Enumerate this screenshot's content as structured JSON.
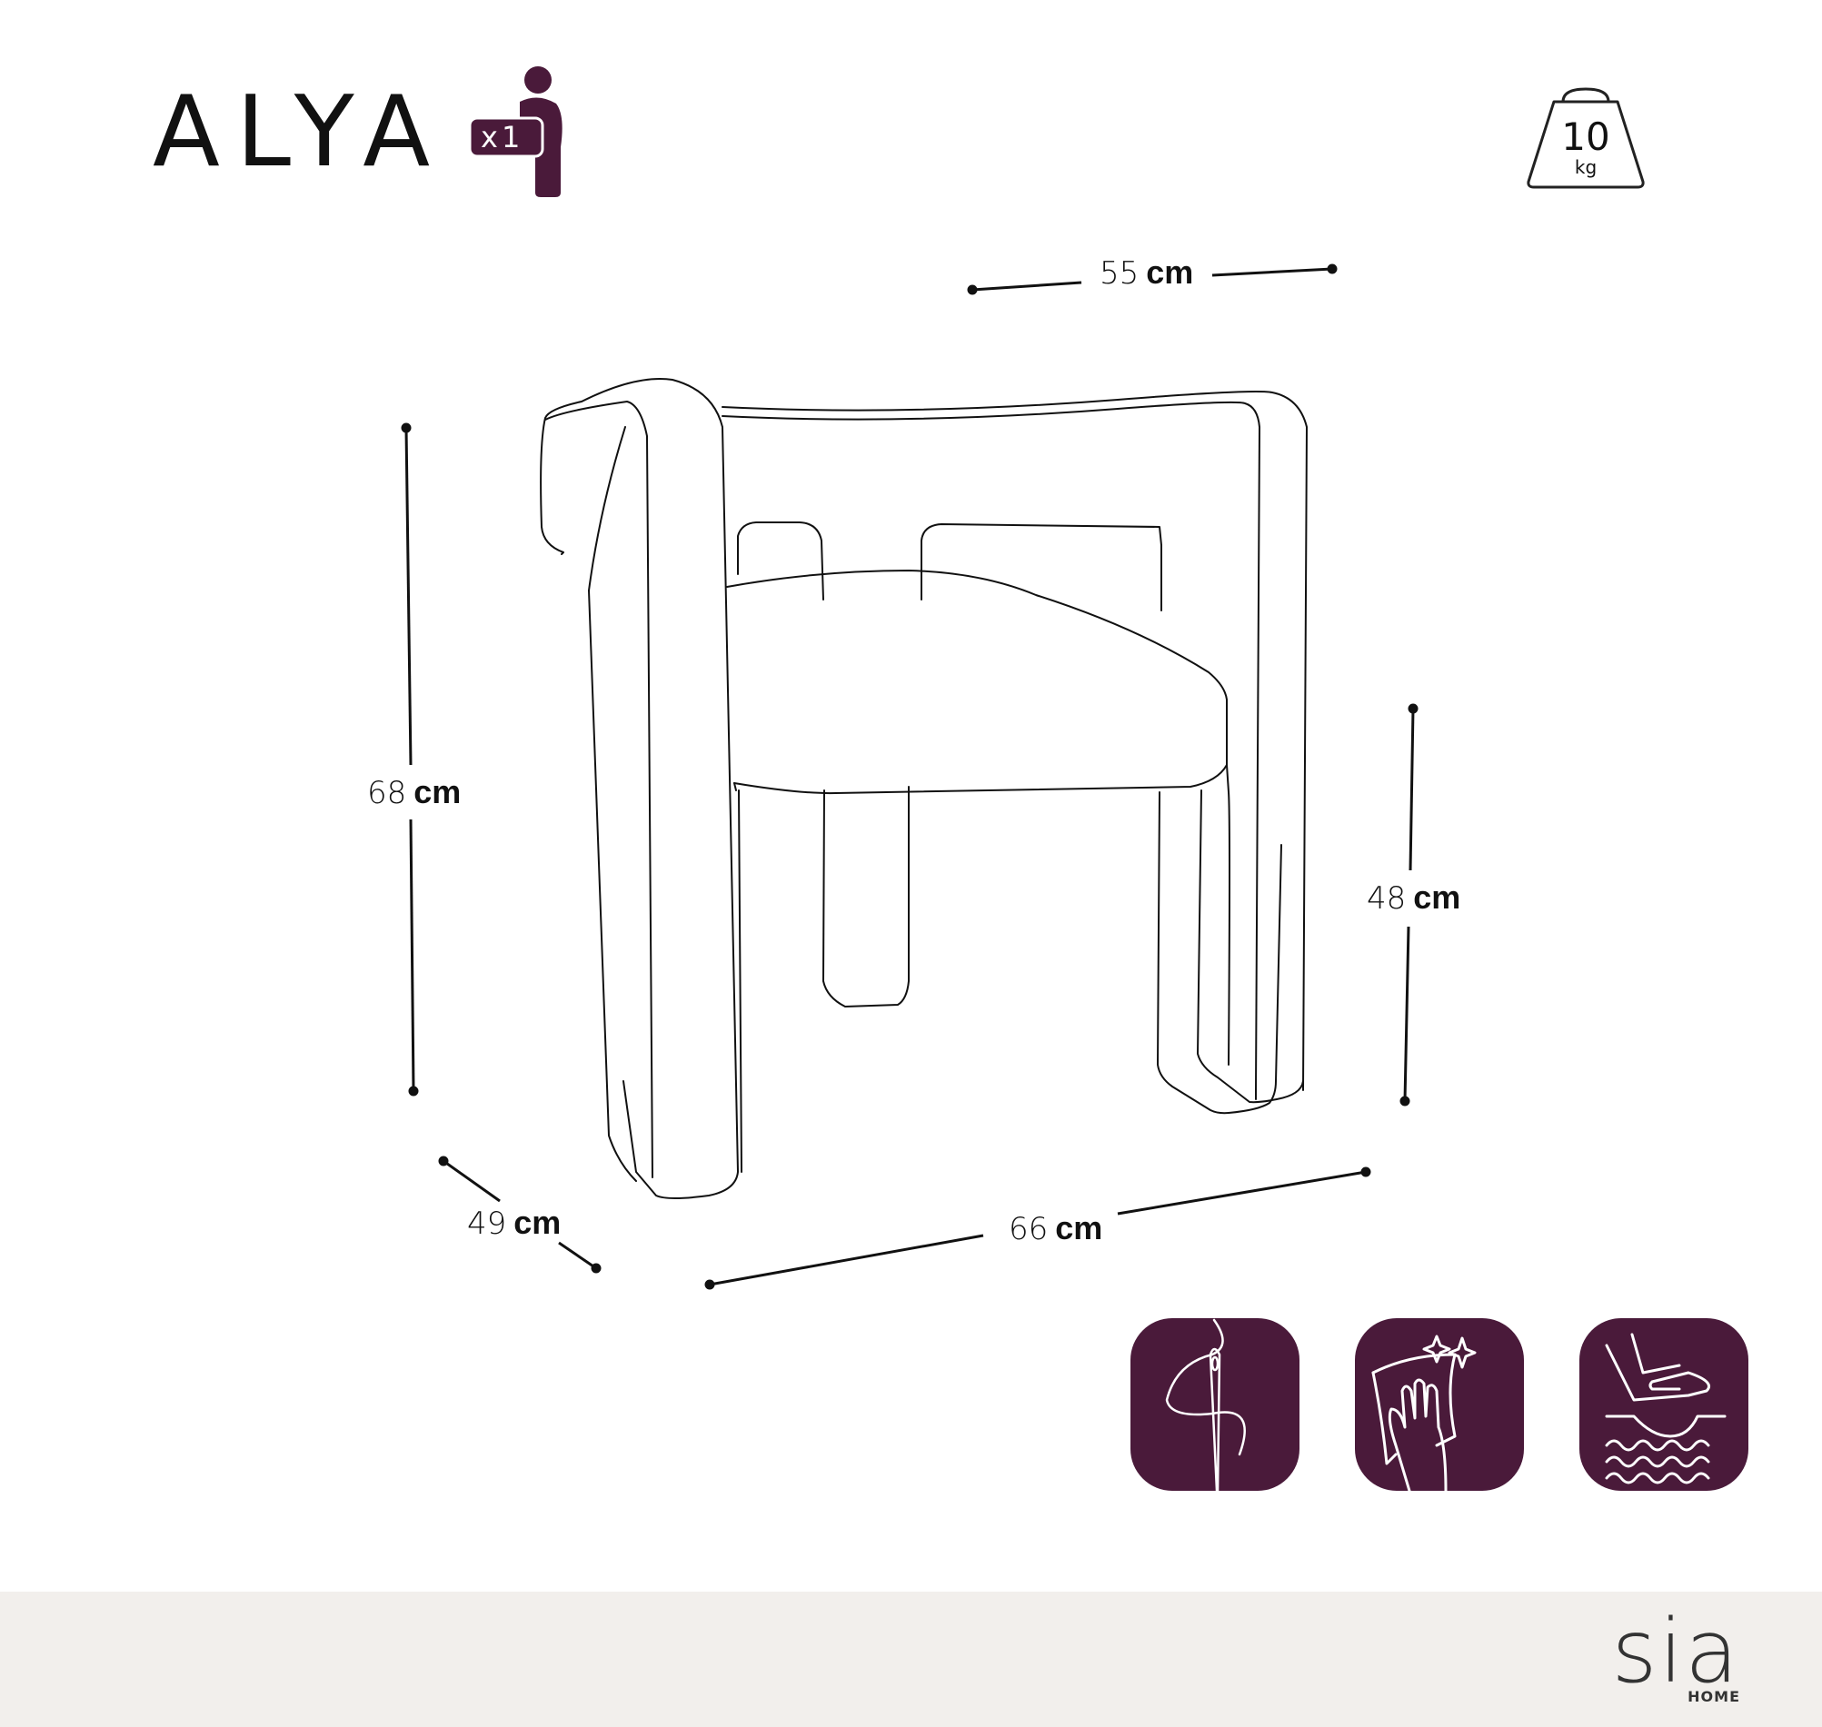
{
  "product": {
    "name": "ALYA",
    "package_count_label": "x1",
    "package_icon": "person-carrying-box-icon",
    "weight": {
      "value": "10",
      "unit": "kg",
      "icon": "weight-icon"
    }
  },
  "dimensions": {
    "width": {
      "value": "55",
      "unit": "cm"
    },
    "height": {
      "value": "68",
      "unit": "cm"
    },
    "seat_height": {
      "value": "48",
      "unit": "cm"
    },
    "depth": {
      "value": "49",
      "unit": "cm"
    },
    "length": {
      "value": "66",
      "unit": "cm"
    }
  },
  "care_icons": [
    {
      "name": "needle-thread-icon",
      "meaning": "sewing / upholstery"
    },
    {
      "name": "hand-wipe-cloth-icon",
      "meaning": "wipe clean"
    },
    {
      "name": "comfort-foam-icon",
      "meaning": "cushion comfort"
    }
  ],
  "colors": {
    "accent": "#4a1a3a",
    "footer_bg": "#f2efec",
    "text": "#111111"
  },
  "footer": {
    "brand_name": "sia",
    "brand_sub": "HOME"
  }
}
